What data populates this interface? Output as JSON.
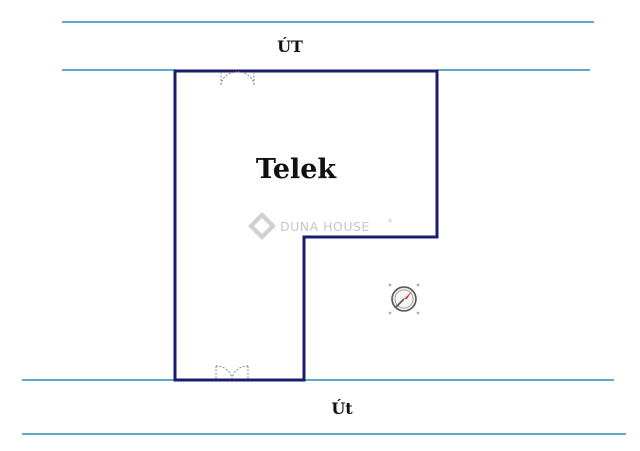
{
  "road_top": {
    "label": "ÚT"
  },
  "road_bottom": {
    "label": "Út"
  },
  "plot": {
    "label": "Telek"
  },
  "watermark": {
    "text": "DUNA HOUSE",
    "mark": "®"
  },
  "compass": {
    "icon": "compass-icon",
    "needle_color": "#d23a3a"
  },
  "colors": {
    "road_line": "#2a8fb4",
    "plot_outline": "#1c1c6e",
    "gate_stroke": "#888888",
    "watermark": "#c7c7c7"
  }
}
